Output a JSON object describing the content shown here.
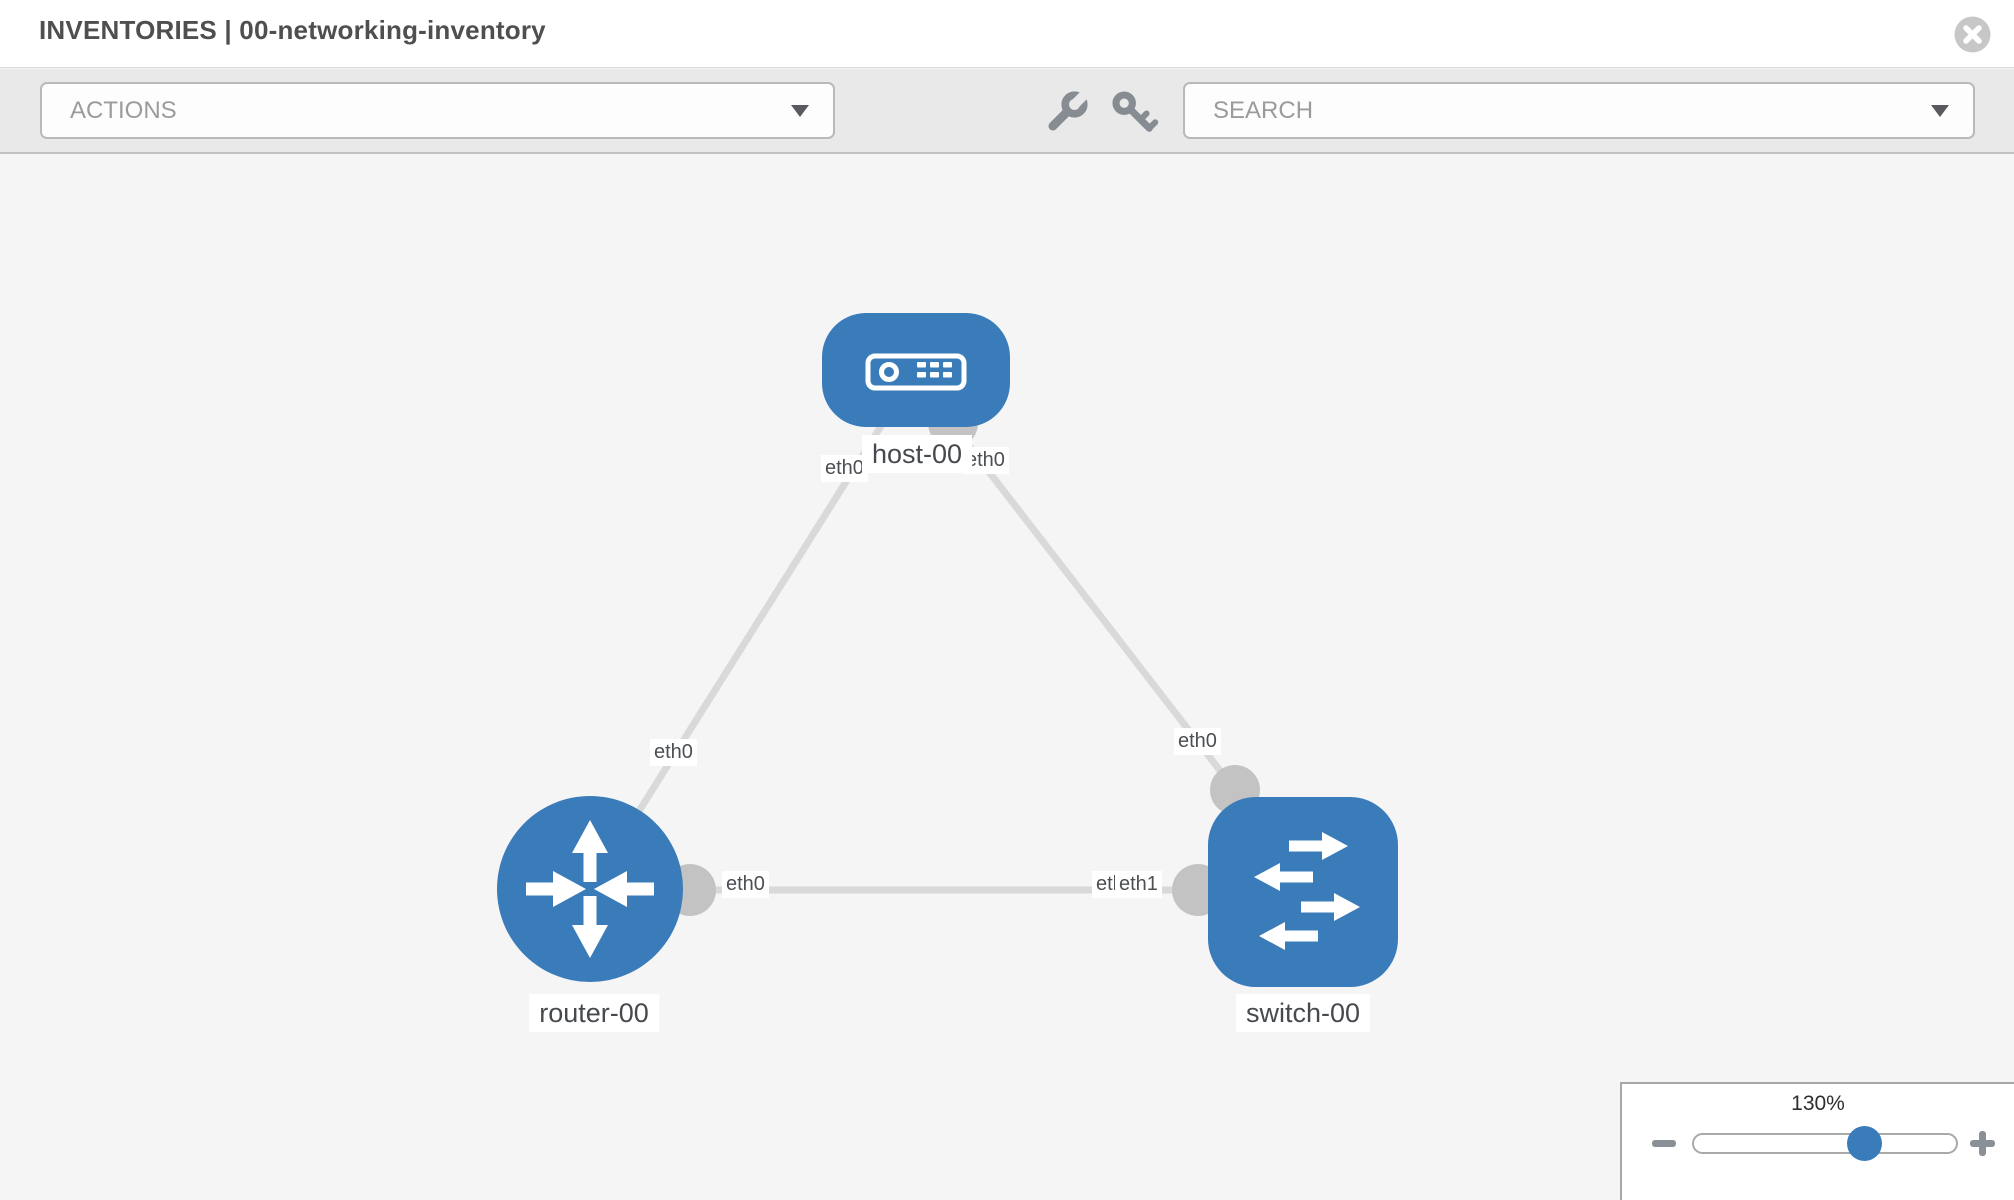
{
  "header": {
    "title": "INVENTORIES | 00-networking-inventory"
  },
  "toolbar": {
    "actions_label": "ACTIONS",
    "search_label": "SEARCH",
    "icons": [
      "wrench-icon",
      "key-icon"
    ]
  },
  "diagram": {
    "nodes": [
      {
        "label": "host-00",
        "type": "host"
      },
      {
        "label": "router-00",
        "type": "router"
      },
      {
        "label": "switch-00",
        "type": "switch"
      }
    ],
    "interfaces": [
      {
        "label": "eth0"
      },
      {
        "label": "eth0"
      },
      {
        "label": "eth0"
      },
      {
        "label": "eth0"
      },
      {
        "label": "eth0"
      },
      {
        "label": "eth0"
      },
      {
        "label": "eth1"
      }
    ],
    "links": [
      {
        "from": "router-00",
        "from_interface": "eth0",
        "to": "host-00",
        "to_interface": "eth0"
      },
      {
        "from": "host-00",
        "from_interface": "eth0",
        "to": "switch-00",
        "to_interface": "eth0"
      },
      {
        "from": "router-00",
        "from_interface": "eth0",
        "to": "switch-00",
        "to_interface": "eth1"
      }
    ]
  },
  "zoom_panel": {
    "level": "130%"
  },
  "colors": {
    "node_blue": "#3a7bb9",
    "connector_gray": "#c3c3c3",
    "edge_gray": "#d9d9d9"
  }
}
